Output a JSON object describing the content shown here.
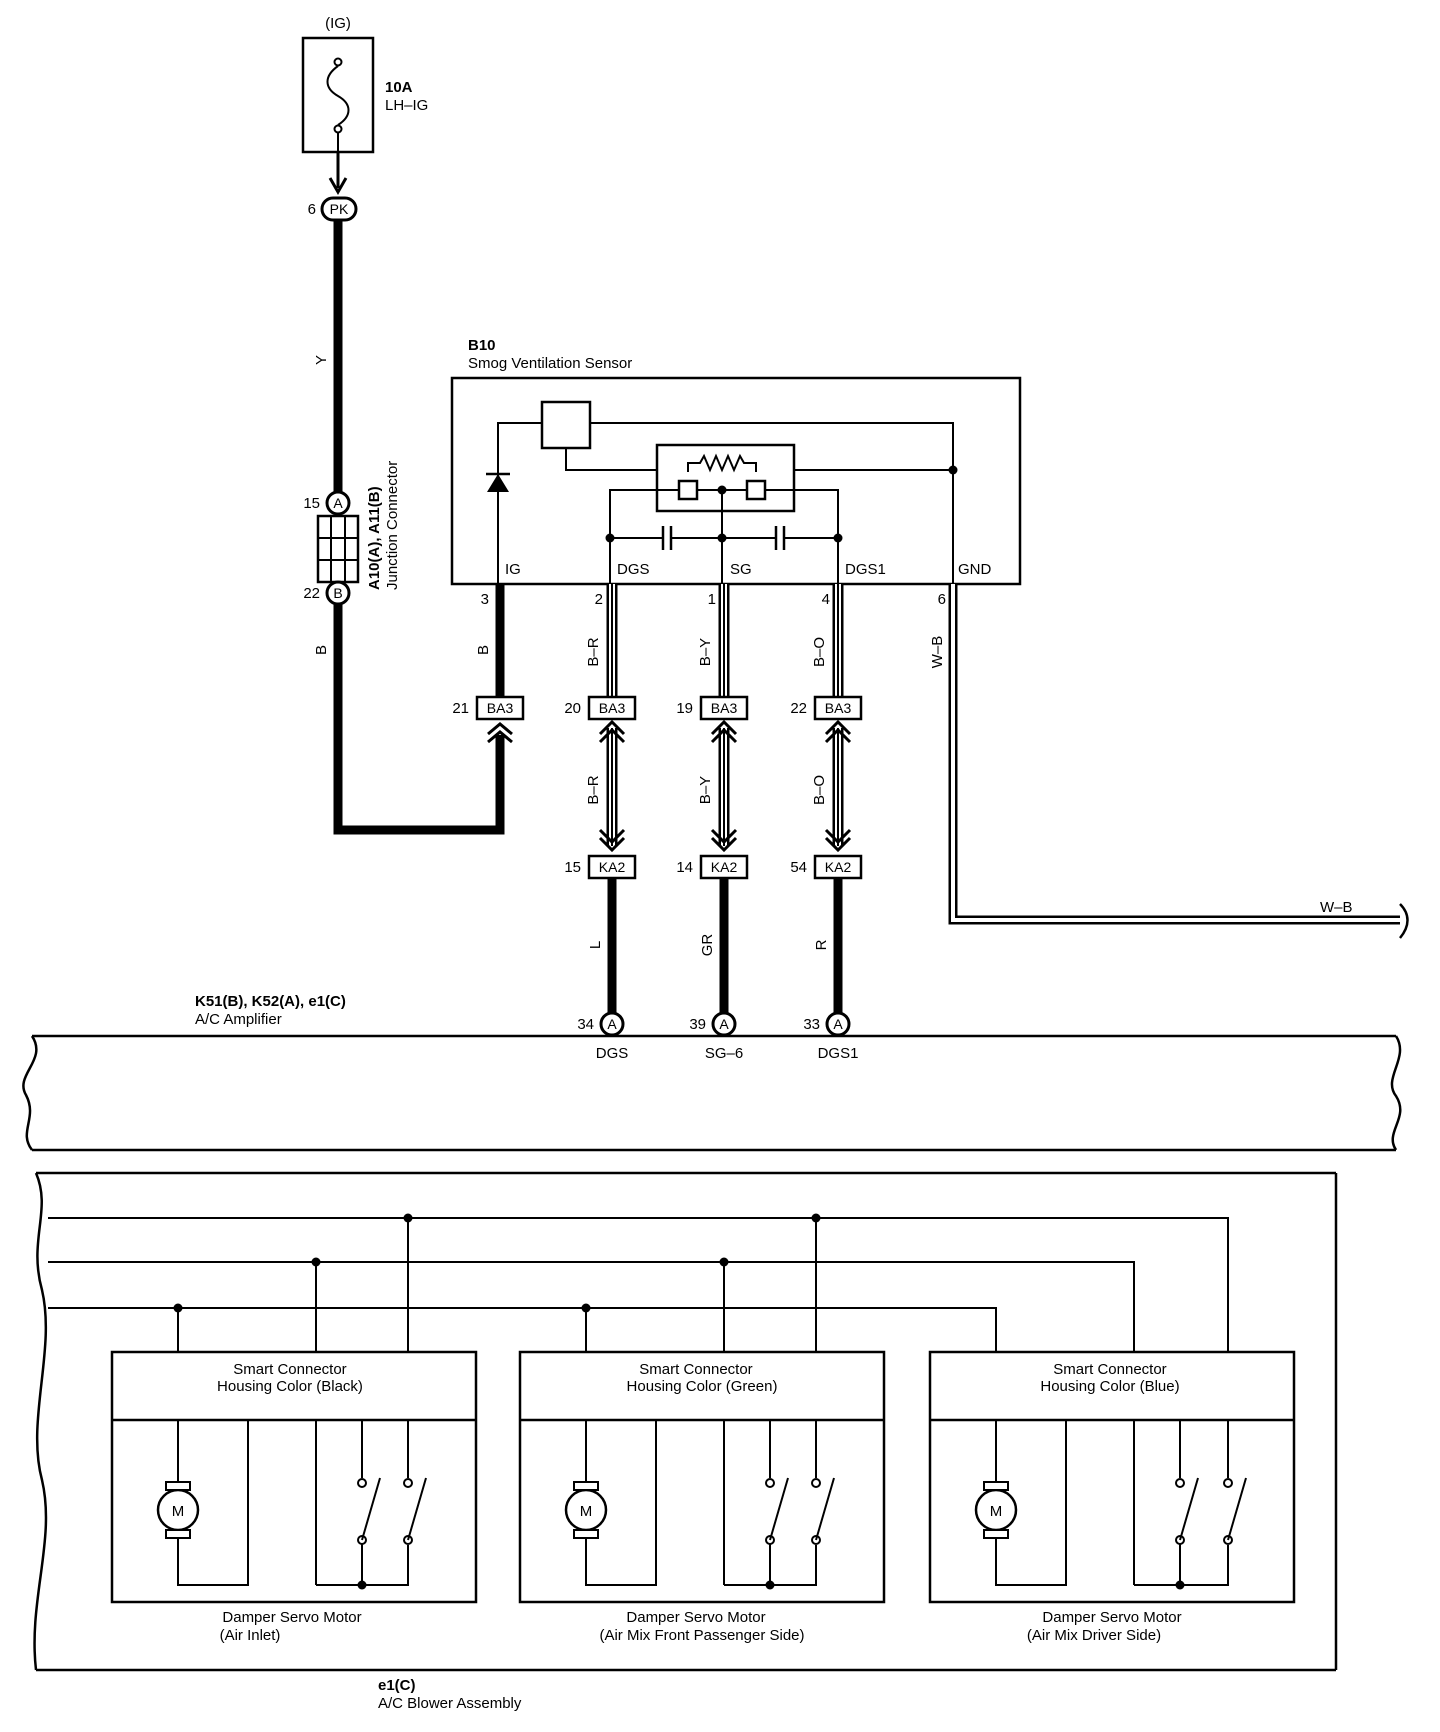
{
  "fuse": {
    "source": "(IG)",
    "rating": "10A",
    "name": "LH–IG",
    "pin": "6",
    "connector": "PK"
  },
  "junction": {
    "pin_top": "15",
    "tag_top": "A",
    "pin_bottom": "22",
    "tag_bottom": "B",
    "id": "A10(A), A11(B)",
    "name": "Junction Connector"
  },
  "sensor": {
    "id": "B10",
    "name": "Smog Ventilation Sensor",
    "terminals": [
      {
        "label": "IG",
        "pin": "3"
      },
      {
        "label": "DGS",
        "pin": "2"
      },
      {
        "label": "SG",
        "pin": "1"
      },
      {
        "label": "DGS1",
        "pin": "4"
      },
      {
        "label": "GND",
        "pin": "6"
      }
    ]
  },
  "wires": {
    "fuse_to_junction": "Y",
    "junction_to_ba3": "B",
    "ig_upper": "B",
    "dgs_upper": "B–R",
    "sg_upper": "B–Y",
    "dgs1_upper": "B–O",
    "dgs_mid": "B–R",
    "sg_mid": "B–Y",
    "dgs1_mid": "B–O",
    "dgs_lower": "L",
    "sg_lower": "GR",
    "dgs1_lower": "R",
    "gnd_vertical": "W–B",
    "gnd_horizontal": "W–B"
  },
  "ba3": [
    {
      "pin": "21",
      "name": "BA3"
    },
    {
      "pin": "20",
      "name": "BA3"
    },
    {
      "pin": "19",
      "name": "BA3"
    },
    {
      "pin": "22",
      "name": "BA3"
    }
  ],
  "ka2": [
    {
      "pin": "15",
      "name": "KA2"
    },
    {
      "pin": "14",
      "name": "KA2"
    },
    {
      "pin": "54",
      "name": "KA2"
    }
  ],
  "amplifier": {
    "id": "K51(B), K52(A), e1(C)",
    "name": "A/C Amplifier",
    "terminals": [
      {
        "pin": "34",
        "tag": "A",
        "label": "DGS"
      },
      {
        "pin": "39",
        "tag": "A",
        "label": "SG–6"
      },
      {
        "pin": "33",
        "tag": "A",
        "label": "DGS1"
      }
    ]
  },
  "motor_symbol": "M",
  "servos": [
    {
      "connector_line1": "Smart Connector",
      "connector_line2": "Housing Color (Black)",
      "name_line1": "Damper Servo Motor",
      "name_line2": "(Air Inlet)"
    },
    {
      "connector_line1": "Smart Connector",
      "connector_line2": "Housing Color (Green)",
      "name_line1": "Damper Servo Motor",
      "name_line2": "(Air Mix Front Passenger Side)"
    },
    {
      "connector_line1": "Smart Connector",
      "connector_line2": "Housing Color (Blue)",
      "name_line1": "Damper Servo Motor",
      "name_line2": "(Air Mix Driver Side)"
    }
  ],
  "blower": {
    "id": "e1(C)",
    "name": "A/C Blower Assembly"
  }
}
